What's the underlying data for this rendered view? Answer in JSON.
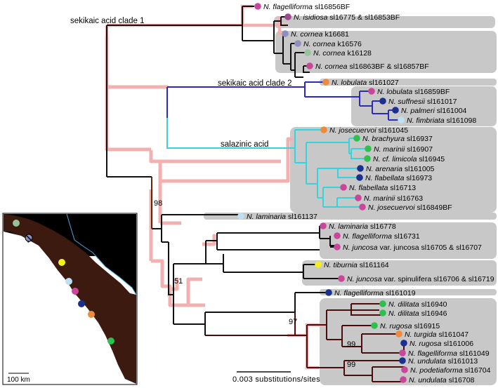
{
  "clade_labels": {
    "sekikaic1": "sekikaic acid clade 1",
    "sekikaic2": "sekikaic acid clade 2",
    "salazinic": "salazinic acid"
  },
  "support_values": {
    "b98_top": "98",
    "b51": "51",
    "b97": "97",
    "b99a": "99",
    "b99b": "99"
  },
  "scale_bar": {
    "label": "0.003 substitutions/sites"
  },
  "map": {
    "scale_label": "100 km"
  },
  "colors": {
    "purple": "#a0478f",
    "lavender": "#8f8fbf",
    "sage": "#98c39a",
    "pink": "#c8479a",
    "orange": "#ef8a3c",
    "navy": "#1b2f8f",
    "green": "#2fbf4f",
    "lightblue": "#bfe0f0",
    "yellow": "#f2f21a",
    "highlight_box": "#c8c8c8",
    "pink_line": "#f0a8a8",
    "dark_red": "#5a1010",
    "blue_line": "#2f2fc8",
    "cyan_line": "#2fdbe0",
    "land": "#3d1a10"
  },
  "taxa": [
    {
      "species": "N. flagelliforma",
      "suffix": "sl16856BF",
      "dot": "pink"
    },
    {
      "species": "N. isidiosa",
      "suffix": "sl16775 & sl16853BF",
      "dot": "purple"
    },
    {
      "species": "N. cornea",
      "suffix": "k16681",
      "dot": "lavender"
    },
    {
      "species": "N. cornea",
      "suffix": "k16576",
      "dot": "lavender"
    },
    {
      "species": "N. cornea",
      "suffix": "k16128",
      "dot": "sage"
    },
    {
      "species": "N. cornea",
      "suffix": "sl16863BF & sl16857BF",
      "dot": "pink"
    },
    {
      "species": "N. lobulata",
      "suffix": "sl161027",
      "dot": "orange"
    },
    {
      "species": "N. lobulata",
      "suffix": "sl16859BF",
      "dot": "pink"
    },
    {
      "species": "N. suffnesii",
      "suffix": "sl161017",
      "dot": "navy"
    },
    {
      "species": "N. palmeri",
      "suffix": "sl161004",
      "dot": "navy"
    },
    {
      "species": "N. fimbriata",
      "suffix": "sl161098",
      "dot": "lightblue"
    },
    {
      "species": "N. josecuervoi",
      "suffix": "sl161045",
      "dot": "orange"
    },
    {
      "species": "N. brachyura",
      "suffix": "sl16937",
      "dot": "green"
    },
    {
      "species": "N. marinii",
      "suffix": "sl16907",
      "dot": "green"
    },
    {
      "species": "N. cf. limicola",
      "suffix": "sl16945",
      "dot": "green"
    },
    {
      "species": "N. arenaria",
      "suffix": "sl161005",
      "dot": "navy"
    },
    {
      "species": "N. flabellata",
      "suffix": "sl16973",
      "dot": "navy"
    },
    {
      "species": "N. flabellata",
      "suffix": "sl16713",
      "dot": "pink"
    },
    {
      "species": "N. marinii",
      "suffix": "sl16763",
      "dot": "pink"
    },
    {
      "species": "N. josecuervoi",
      "suffix": "sl16849BF",
      "dot": "pink"
    },
    {
      "species": "N. laminaria",
      "suffix": "sl161137",
      "dot": "lightblue"
    },
    {
      "species": "N. laminaria",
      "suffix": "sl16778",
      "dot": "pink"
    },
    {
      "species": "N. flagelliforma",
      "suffix": "sl16731",
      "dot": "pink"
    },
    {
      "species": "N. juncosa",
      "suffix": "var. juncosa sl16705 & sl16707",
      "dot": "pink"
    },
    {
      "species": "N. tiburnia",
      "suffix": "sl161164",
      "dot": "yellow"
    },
    {
      "species": "N. juncosa",
      "suffix": "var. spinulifera sl16706 & sl16719",
      "dot": "pink"
    },
    {
      "species": "N. flagelliforma",
      "suffix": "sl161019",
      "dot": "navy"
    },
    {
      "species": "N. dilitata",
      "suffix": "sl16940",
      "dot": "green"
    },
    {
      "species": "N. dilitata",
      "suffix": "sl16946",
      "dot": "green"
    },
    {
      "species": "N. rugosa",
      "suffix": "sl16915",
      "dot": "green"
    },
    {
      "species": "N. turgida",
      "suffix": "sl161047",
      "dot": "orange"
    },
    {
      "species": "N. rugosa",
      "suffix": "sl161006",
      "dot": "navy"
    },
    {
      "species": "N. flagelliforma",
      "suffix": "sl161049",
      "dot": "pink"
    },
    {
      "species": "N. undulata",
      "suffix": "sl161013",
      "dot": "navy"
    },
    {
      "species": "N. podetiaforma",
      "suffix": "sl16704",
      "dot": "pink"
    },
    {
      "species": "N. undulata",
      "suffix": "sl16708",
      "dot": "pink"
    }
  ]
}
